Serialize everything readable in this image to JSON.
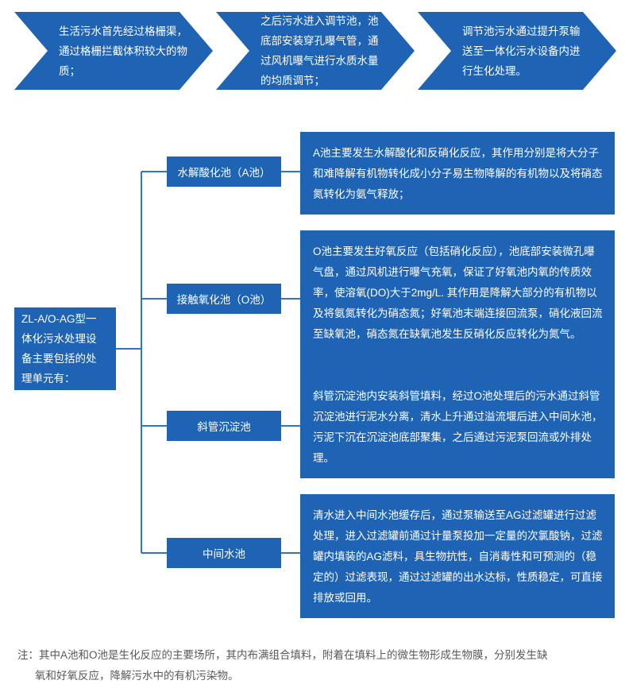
{
  "flow_steps": [
    {
      "id": "step-1",
      "text": "生活污水首先经过格栅渠，\n通过格栅拦截体积较大的物\n质；"
    },
    {
      "id": "step-2",
      "text": "之后污水进入调节池，池\n底部安装穿孔曝气管，通\n过风机曝气进行水质水量\n的均质调节；"
    },
    {
      "id": "step-3",
      "text": "调节池污水通过提升泵输\n送至一体化污水设备内进\n行生化处理。"
    }
  ],
  "tree": {
    "root": {
      "label": "ZL-A/O-AG型一\n体化污水处理设\n备主要包括的处\n理单元有："
    },
    "branches": [
      {
        "label": "水解酸化池（A池）",
        "description": "A池主要发生水解酸化和反硝化反应，其作用分别是将大分子和难降解有机物转化成小分子易生物降解的有机物以及将硝态氮转化为氨气释放；"
      },
      {
        "label": "接触氧化池（O池）",
        "description": "O池主要发生好氧反应（包括硝化反应），池底部安装微孔曝气盘，通过风机进行曝气充氧，保证了好氧池内氧的传质效率，使溶氧(DO)大于2mg/L. 其作用是降解大部分的有机物以及将氨氮转化为硝态氮；好氧池末端连接回流泵，硝化液回流至缺氧池，硝态氮在缺氧池发生反硝化反应转化为氮气。"
      },
      {
        "label": "斜管沉淀池",
        "description": "斜管沉淀池内安装斜管填料，经过O池处理后的污水通过斜管沉淀池进行泥水分离，清水上升通过溢流堰后进入中间水池，污泥下沉在沉淀池底部聚集，之后通过污泥泵回流或外排处理。"
      },
      {
        "label": "中间水池",
        "description": "清水进入中间水池缓存后，通过泵输送至AG过滤罐进行过滤处理，进入过滤罐前通过计量泵投加一定量的次氯酸钠，过滤罐内填装的AG滤料，具生物抗性，自消毒性和可预测的（稳定的）过滤表现，通过过滤罐的出水达标，性质稳定，可直接排放或回用。"
      }
    ]
  },
  "footnote": {
    "line1": "注：其中A池和O池是生化反应的主要场所，其内布满组合填料，附着在填料上的微生物形成生物膜，分别发生缺",
    "line2": "氧和好氧反应，降解污水中的有机污染物。"
  },
  "colors": {
    "box_blue": "#1F64B4",
    "connector_blue": "#2E75C4",
    "text_white": "#FFFFFF",
    "footnote_gray": "#595959",
    "background": "#FFFFFF"
  }
}
